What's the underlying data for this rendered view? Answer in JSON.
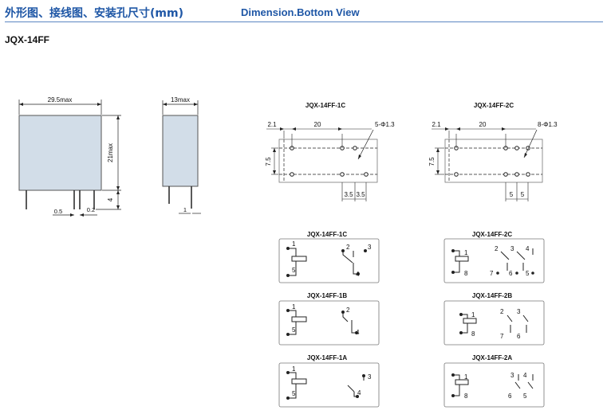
{
  "header": {
    "title_cn": "外形图、接线图、安装孔尺寸(mm)",
    "title_en": "Dimension.Bottom View"
  },
  "model": "JQX-14FF",
  "front_view": {
    "width": "29.5max",
    "height": "21max",
    "pin_length": "4",
    "pin_width": "0.5",
    "pin_thickness": "0.2"
  },
  "side_view": {
    "width": "13max",
    "pin_thickness": "1"
  },
  "footprints": [
    {
      "title": "JQX-14FF-1C",
      "spacing": "2.1",
      "pitch": "20",
      "hole": "5-Φ1.3",
      "row": "7.5",
      "sub1": "3.5",
      "sub2": "3.5"
    },
    {
      "title": "JQX-14FF-2C",
      "spacing": "2.1",
      "pitch": "20",
      "hole": "8-Φ1.3",
      "row": "7.5",
      "sub1": "5",
      "sub2": "5"
    }
  ],
  "schematics": [
    {
      "title": "JQX-14FF-1C",
      "labels": [
        "1",
        "5",
        "2",
        "3",
        "4"
      ]
    },
    {
      "title": "JQX-14FF-2C",
      "labels": [
        "1",
        "8",
        "2",
        "3",
        "4",
        "7",
        "6",
        "5"
      ]
    },
    {
      "title": "JQX-14FF-1B",
      "labels": [
        "1",
        "5",
        "2",
        "4"
      ]
    },
    {
      "title": "JQX-14FF-2B",
      "labels": [
        "1",
        "8",
        "2",
        "3",
        "7",
        "6"
      ]
    },
    {
      "title": "JQX-14FF-1A",
      "labels": [
        "1",
        "5",
        "3",
        "4"
      ]
    },
    {
      "title": "JQX-14FF-2A",
      "labels": [
        "1",
        "8",
        "3",
        "4",
        "6",
        "5"
      ]
    }
  ],
  "colors": {
    "title": "#1f57a6",
    "line": "#222222",
    "body_fill": "#d2dde8",
    "dim_text": "#111111"
  }
}
